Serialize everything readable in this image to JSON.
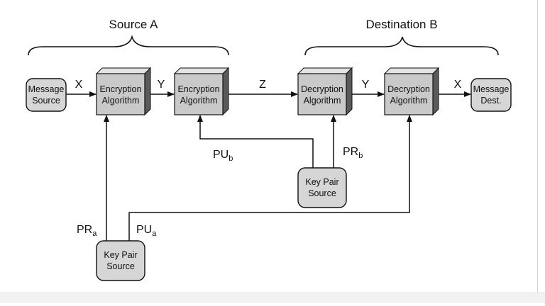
{
  "groups": {
    "source": "Source A",
    "destination": "Destination B"
  },
  "nodes": {
    "message_source": [
      "Message",
      "Source"
    ],
    "encrypt_1": [
      "Encryption",
      "Algorithm"
    ],
    "encrypt_2": [
      "Encryption",
      "Algorithm"
    ],
    "decrypt_1": [
      "Decryption",
      "Algorithm"
    ],
    "decrypt_2": [
      "Decryption",
      "Algorithm"
    ],
    "message_dest": [
      "Message",
      "Dest."
    ],
    "key_pair_b": [
      "Key Pair",
      "Source"
    ],
    "key_pair_a": [
      "Key Pair",
      "Source"
    ]
  },
  "edges": {
    "x_in": "X",
    "y_source": "Y",
    "z": "Z",
    "y_dest": "Y",
    "x_out": "X"
  },
  "keys": {
    "pu_b": {
      "base": "PU",
      "sub": "b"
    },
    "pr_b": {
      "base": "PR",
      "sub": "b"
    },
    "pr_a": {
      "base": "PR",
      "sub": "a"
    },
    "pu_a": {
      "base": "PU",
      "sub": "a"
    }
  },
  "colors": {
    "box_face": "#c9c9c9",
    "box_top": "#e3e3e3",
    "box_side": "#5a5a5a",
    "rounded_fill": "#d6d6d6",
    "line": "#111111"
  }
}
